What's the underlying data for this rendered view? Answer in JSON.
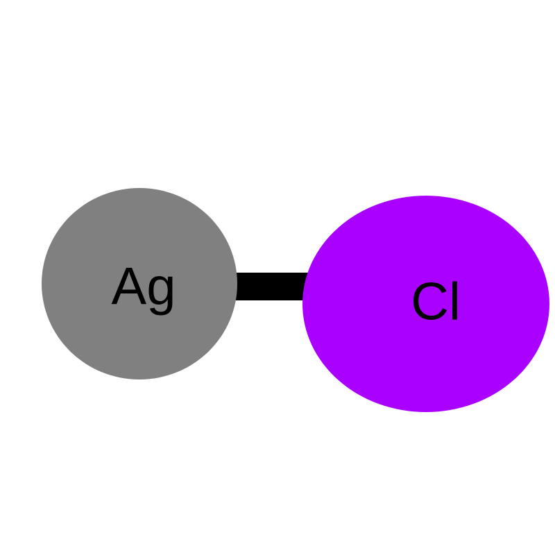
{
  "molecule": {
    "atoms": [
      {
        "id": "ag",
        "symbol": "Ag",
        "color": "#808080"
      },
      {
        "id": "cl",
        "symbol": "Cl",
        "color": "#AA00FF"
      }
    ],
    "bond": {
      "from": "ag",
      "to": "cl",
      "order": 1,
      "color": "#000000"
    }
  }
}
